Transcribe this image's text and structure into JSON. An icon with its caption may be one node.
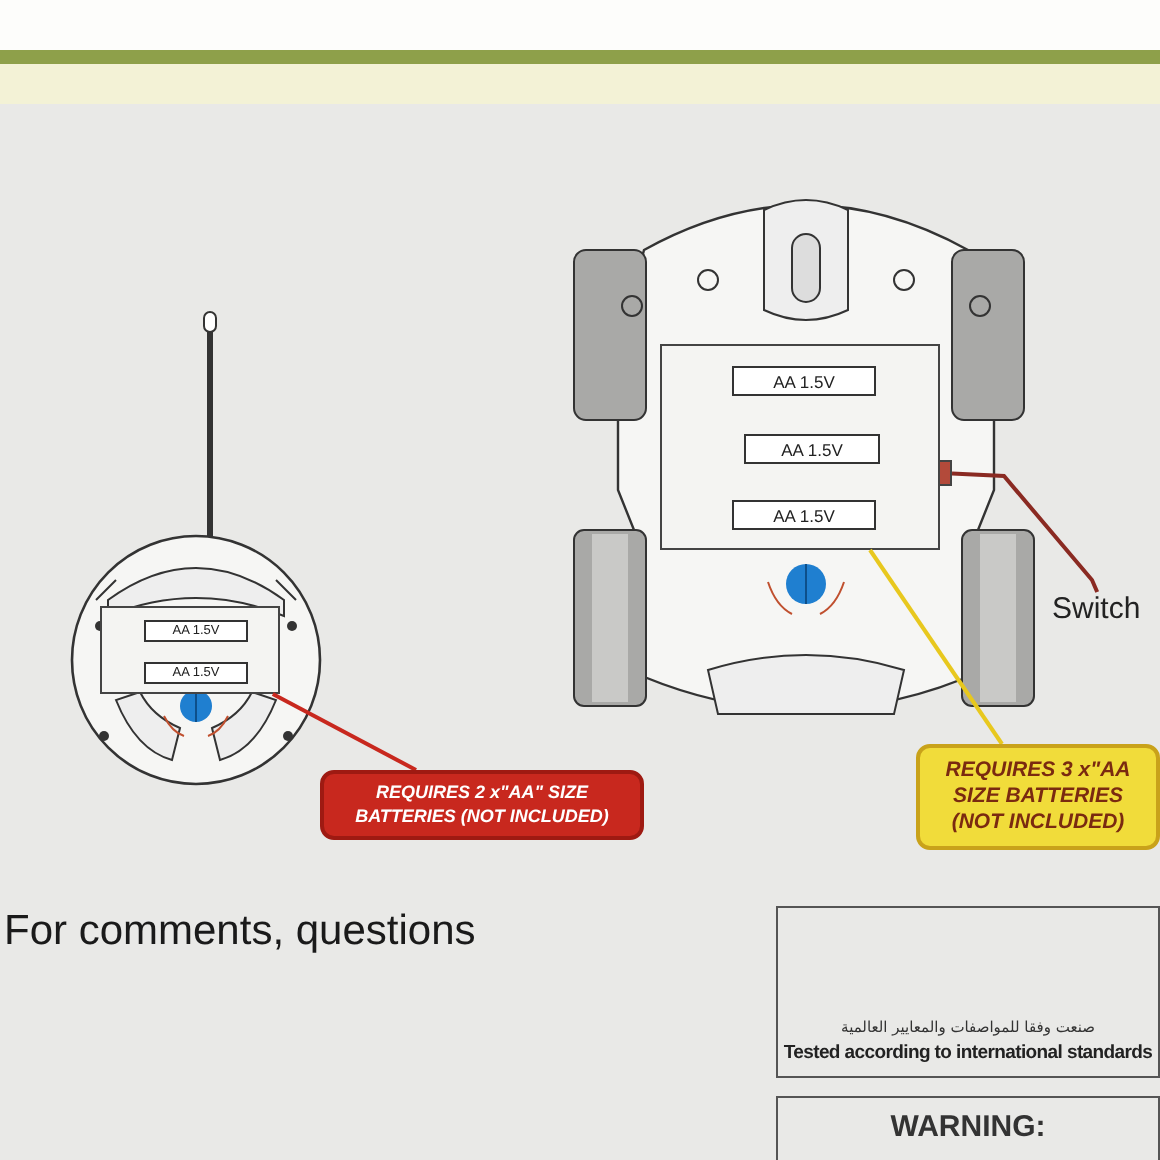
{
  "diagram": {
    "nodes": [
      {
        "text": [],
        "shape": "picture"
      },
      {
        "text": [],
        "shape": "box",
        "in": 0
      },
      {
        "text": [
          "REQUIRES 2 x\"AA\" SIZE BATTERIES (NOT INCLUDED)"
        ]
      },
      {
        "text": [],
        "shape": "picture"
      },
      {
        "text": [],
        "shape": "box",
        "in": 3
      },
      {
        "text": [],
        "shape": "box",
        "in": 3
      },
      {
        "text": [
          "Switch"
        ]
      },
      {
        "text": [
          "REQUIRES 3 x\"AA SIZE BATTERIES (NOT INCLUDED)"
        ]
      },
      {
        "text": [
          "صنعت وفقا للمواصفات والمعايير العالمية",
          "Tested according to international standards"
        ]
      },
      {
        "text": [
          "WARNING:"
        ]
      }
    ],
    "edges": [
      {
        "from": 2,
        "to": 1,
        "arrow": "none",
        "color": "#c8281e"
      },
      {
        "from": 6,
        "to": 5,
        "arrow": "none",
        "color": "#8a2a22"
      },
      {
        "from": 7,
        "to": 4,
        "arrow": "none",
        "color": "#e8c81e"
      }
    ],
    "labels": [
      "AA 1.5V",
      "AA 1.5V",
      "AA 1.5V",
      "AA 1.5V",
      "AA 1.5V",
      "For comments, questions"
    ]
  }
}
